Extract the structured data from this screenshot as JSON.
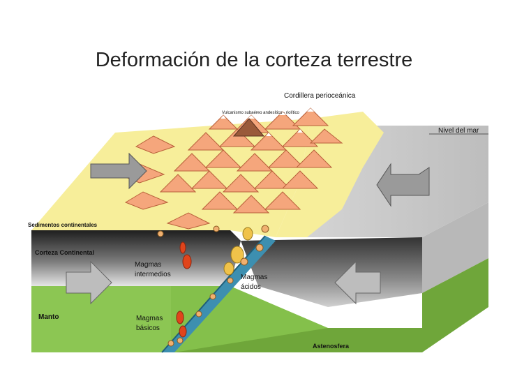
{
  "slide": {
    "title": "Deformación de la corteza terrestre"
  },
  "labels": {
    "cordillera": "Cordillera perioceánica",
    "vulcanismo": "Vulcanismo subaéreo andesítico - riolítico",
    "nivel_mar": "Nivel del mar",
    "sedimentos": "Sedimentos continentales",
    "corteza": "Corteza Continental",
    "magmas_intermedios_1": "Magmas",
    "magmas_intermedios_2": "intermedios",
    "magmas_acidos_1": "Magmas",
    "magmas_acidos_2": "ácidos",
    "manto": "Manto",
    "magmas_basicos_1": "Magmas",
    "magmas_basicos_2": "básicos",
    "astenosfera": "Astenosfera"
  },
  "colors": {
    "surface_yellow": "#f7ee9a",
    "mountain_salmon": "#f5a67c",
    "mountain_edge": "#b8603a",
    "crust_dark": "#2b2b2b",
    "crust_light": "#d9d9d9",
    "mantle_green": "#8cc653",
    "mantle_dark": "#5a8f2e",
    "sea_gray": "#c9c9c9",
    "magma_red": "#e0441b"
  }
}
